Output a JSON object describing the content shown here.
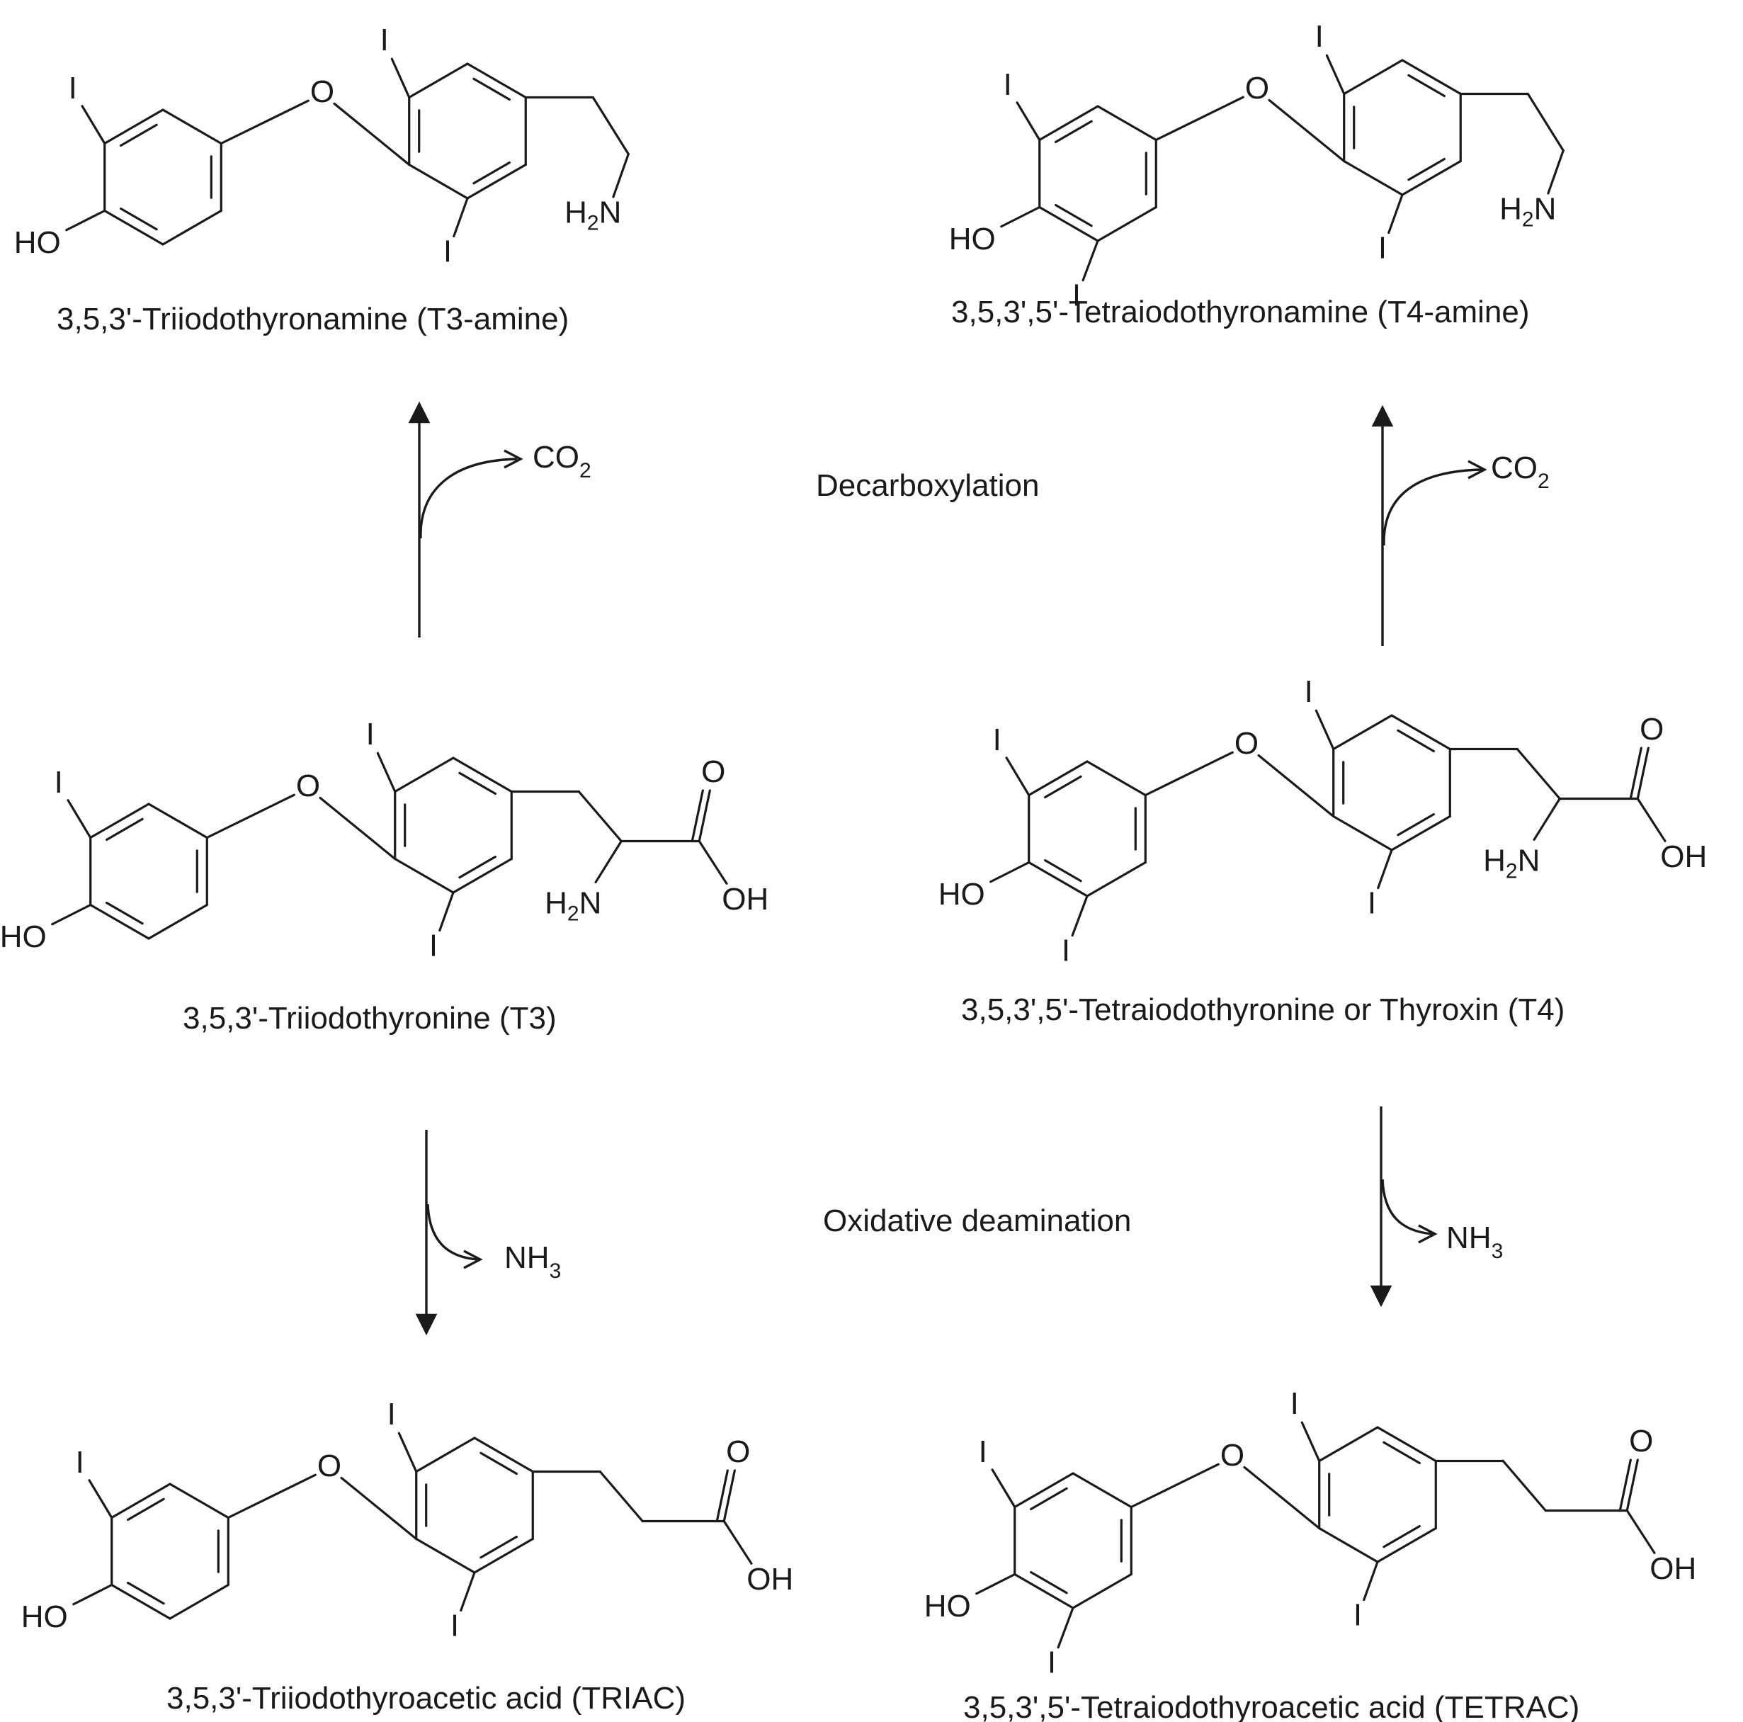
{
  "molecules": [
    {
      "id": "t3amine",
      "name": "3,5,3'-Triiodothyronamine (T3-amine)",
      "iodines": 3,
      "tail": "amine"
    },
    {
      "id": "t4amine",
      "name": "3,5,3',5'-Tetraiodothyronamine (T4-amine)",
      "iodines": 4,
      "tail": "amine"
    },
    {
      "id": "t3",
      "name": "3,5,3'-Triiodothyronine (T3)",
      "iodines": 3,
      "tail": "amino-acid"
    },
    {
      "id": "t4",
      "name": "3,5,3',5'-Tetraiodothyronine or Thyroxin (T4)",
      "iodines": 4,
      "tail": "amino-acid"
    },
    {
      "id": "triac",
      "name": "3,5,3'-Triiodothyroacetic acid (TRIAC)",
      "iodines": 3,
      "tail": "acid"
    },
    {
      "id": "tetrac",
      "name": "3,5,3',5'-Tetraiodothyroacetic acid (TETRAC)",
      "iodines": 4,
      "tail": "acid"
    }
  ],
  "atoms": {
    "iodine": "I",
    "oxygen": "O",
    "hydroxyl": "HO",
    "acid_oh": "OH",
    "amine_h": "H",
    "amine_sub": "2",
    "amine_n": "N"
  },
  "reactions": {
    "decarboxylation": {
      "label": "Decarboxylation",
      "byproduct": "CO",
      "byproduct_sub": "2"
    },
    "deamination": {
      "label": "Oxidative deamination",
      "byproduct": "NH",
      "byproduct_sub": "3"
    }
  }
}
